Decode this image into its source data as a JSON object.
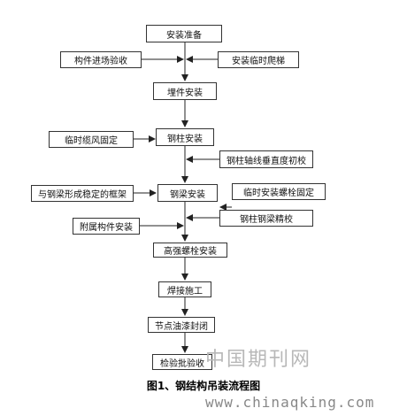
{
  "flowchart": {
    "main_steps": [
      "安装准备",
      "埋件安装",
      "钢柱安装",
      "钢梁安装",
      "高强螺栓安装",
      "焊接施工",
      "节点油漆封闭",
      "检验批验收"
    ],
    "side_inputs": {
      "component_acceptance": "构件进场验收",
      "temp_ladder": "安装临时爬梯",
      "temp_cable": "临时缆风固定",
      "column_verticality": "钢柱轴线垂直度初校",
      "stable_frame": "与钢梁形成稳定的框架",
      "temp_bolts": "临时安装螺栓固定",
      "fine_calibration": "钢柱钢梁精校",
      "attached_parts": "附属构件安装"
    }
  },
  "caption": "图1、钢结构吊装流程图",
  "watermark": {
    "cn": "中国期刊网",
    "url": "www.chinaqking.com"
  }
}
